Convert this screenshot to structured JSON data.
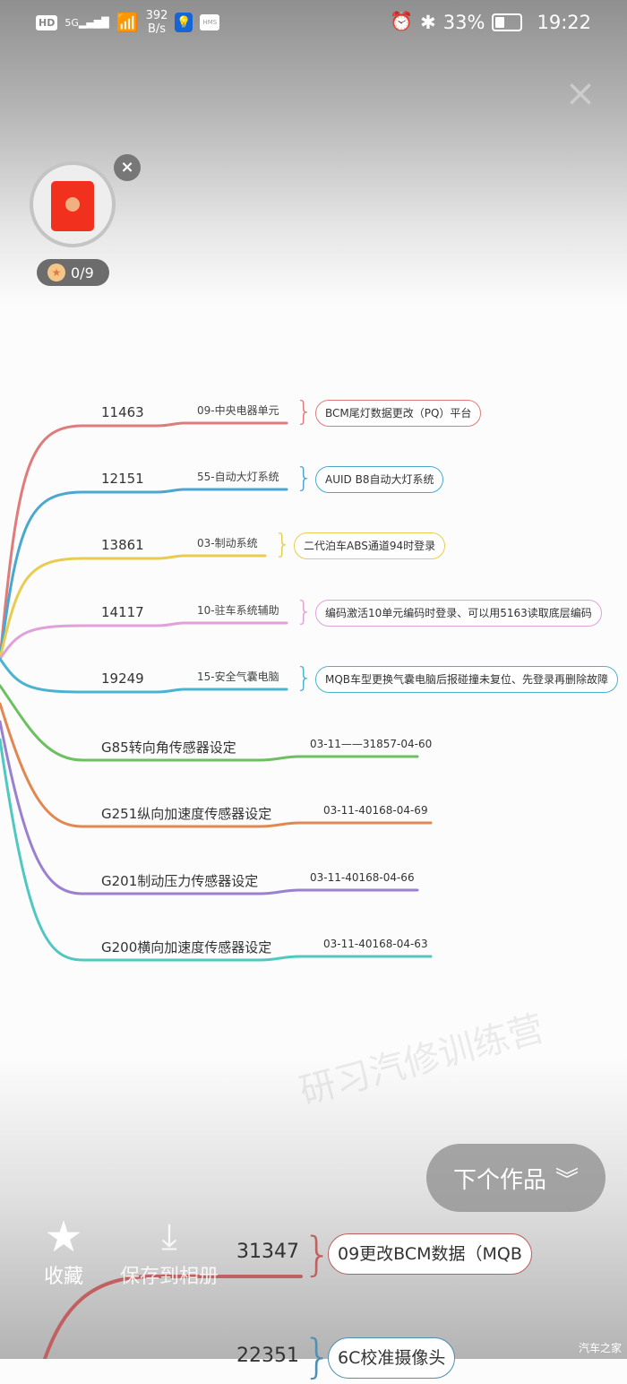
{
  "status_bar": {
    "hd": "HD",
    "network": "5G",
    "speed_value": "392",
    "speed_unit": "B/s",
    "hms": "HMS",
    "battery": "33%",
    "battery_level": 0.33,
    "time": "19:22"
  },
  "red_packet": {
    "progress": "0/9",
    "close": "×"
  },
  "close_icon": "×",
  "branches": [
    {
      "number": "11463",
      "module": "09-中央电器单元",
      "note": "BCM尾灯数据更改（PQ）平台",
      "color": "#e07b7b"
    },
    {
      "number": "12151",
      "module": "55-自动大灯系统",
      "note": "AUID B8自动大灯系统",
      "color": "#4aa8d0"
    },
    {
      "number": "13861",
      "module": "03-制动系统",
      "note": "二代泊车ABS通道94时登录",
      "color": "#e8cc50"
    },
    {
      "number": "14117",
      "module": "10-驻车系统辅助",
      "note": "编码激活10单元编码时登录、可以用5163读取底层编码",
      "color": "#e0a0d8"
    },
    {
      "number": "19249",
      "module": "15-安全气囊电脑",
      "note": "MQB车型更换气囊电脑后报碰撞未复位、先登录再删除故障",
      "color": "#4ab4d0"
    }
  ],
  "sensors": [
    {
      "name": "G85转向角传感器设定",
      "code": "03-11——31857-04-60",
      "color": "#6cc060"
    },
    {
      "name": "G251纵向加速度传感器设定",
      "code": "03-11-40168-04-69",
      "color": "#e08850"
    },
    {
      "name": "G201制动压力传感器设定",
      "code": "03-11-40168-04-66",
      "color": "#9a80d0"
    },
    {
      "name": "G200横向加速度传感器设定",
      "code": "03-11-40168-04-63",
      "color": "#50c8c0"
    }
  ],
  "lower_branches": [
    {
      "number": "31347",
      "note": "09更改BCM数据（MQB",
      "color": "#c06060"
    },
    {
      "number": "22351",
      "note": "6C校准摄像头",
      "color": "#5090b0"
    }
  ],
  "watermark": "研习汽修训练营",
  "bottom": {
    "favorite": "收藏",
    "save": "保存到相册",
    "next": "下个作品"
  },
  "brand": "汽车之家"
}
